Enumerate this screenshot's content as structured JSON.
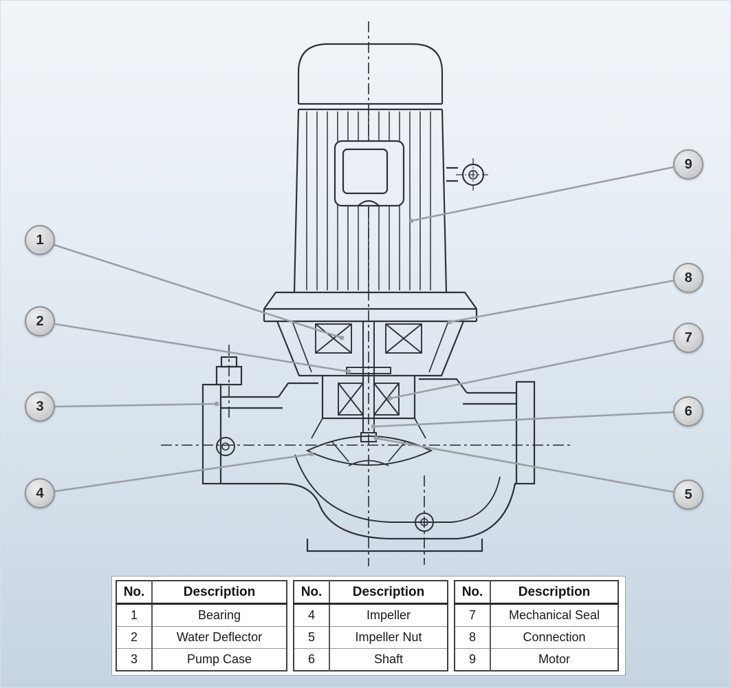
{
  "colors": {
    "background_top": "#f1f5f9",
    "background_bottom": "#c6d4e2",
    "drawing_line": "#2e3236",
    "leader_line": "#9aa0a6",
    "callout_fill": "#d2d4d6",
    "callout_border": "#8f9294",
    "table_background": "#ffffff"
  },
  "diagram": {
    "name": "Vertical inline pump cross-section",
    "callouts": [
      {
        "no": "1",
        "target": "bearing"
      },
      {
        "no": "2",
        "target": "water-deflector"
      },
      {
        "no": "3",
        "target": "pump-case"
      },
      {
        "no": "4",
        "target": "impeller"
      },
      {
        "no": "5",
        "target": "impeller-nut"
      },
      {
        "no": "6",
        "target": "shaft"
      },
      {
        "no": "7",
        "target": "mechanical-seal"
      },
      {
        "no": "8",
        "target": "connection"
      },
      {
        "no": "9",
        "target": "motor"
      }
    ]
  },
  "table": {
    "header": {
      "no": "No.",
      "description": "Description"
    },
    "groups": [
      {
        "rows": [
          {
            "no": "1",
            "description": "Bearing"
          },
          {
            "no": "2",
            "description": "Water Deflector"
          },
          {
            "no": "3",
            "description": "Pump Case"
          }
        ]
      },
      {
        "rows": [
          {
            "no": "4",
            "description": "Impeller"
          },
          {
            "no": "5",
            "description": "Impeller Nut"
          },
          {
            "no": "6",
            "description": "Shaft"
          }
        ]
      },
      {
        "rows": [
          {
            "no": "7",
            "description": "Mechanical Seal"
          },
          {
            "no": "8",
            "description": "Connection"
          },
          {
            "no": "9",
            "description": "Motor"
          }
        ]
      }
    ]
  }
}
